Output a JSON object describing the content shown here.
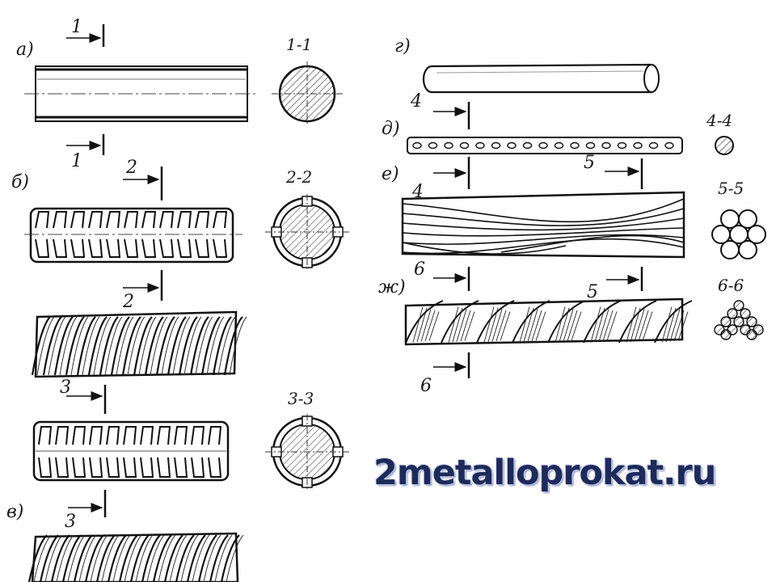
{
  "panels": {
    "a": "а)",
    "b": "б)",
    "v": "в)",
    "g": "г)",
    "d": "д)",
    "e": "е)",
    "zh": "ж)"
  },
  "cut_marks": {
    "m1_top": "1",
    "m1_bottom": "1",
    "m2_top": "2",
    "m2_bottom": "2",
    "m3_top": "3",
    "m3_bottom": "3",
    "m4_top": "4",
    "m4_bottom": "4",
    "m5_top": "5",
    "m5_bottom": "5",
    "m6_top": "6",
    "m6_bottom": "6"
  },
  "sections": {
    "s11": "1-1",
    "s22": "2-2",
    "s33": "3-3",
    "s44": "4-4",
    "s55": "5-5",
    "s66": "6-6"
  },
  "watermark": "2metalloprokat.ru"
}
